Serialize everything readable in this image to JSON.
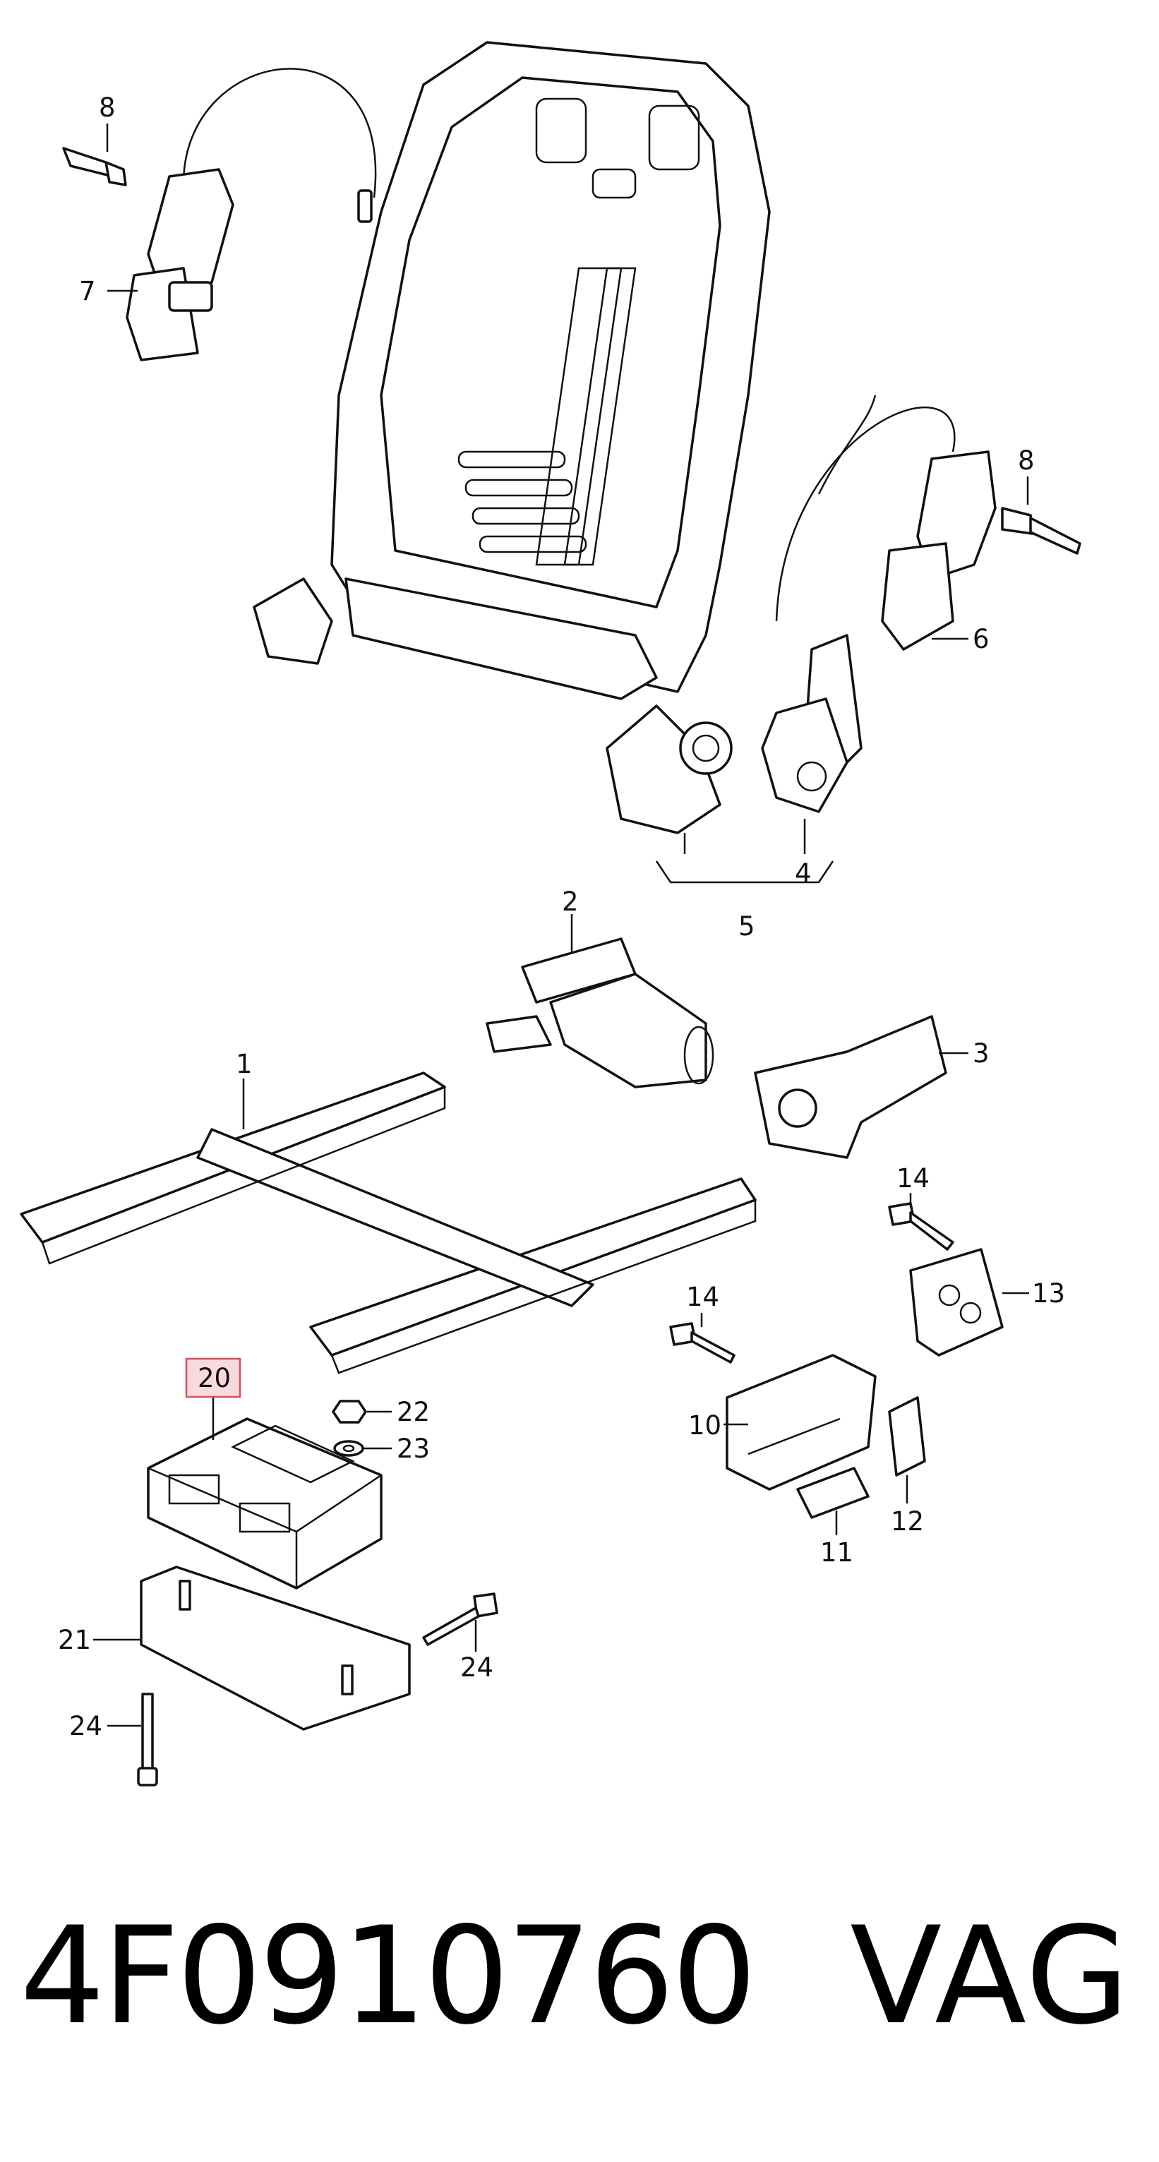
{
  "diagram": {
    "highlight_color": "#d94c5c",
    "highlight_fill": "#f8d9dd",
    "callouts": {
      "c1": "1",
      "c2": "2",
      "c3": "3",
      "c4": "4",
      "c5": "5",
      "c6": "6",
      "c7": "7",
      "c8_left": "8",
      "c8_right": "8",
      "c10": "10",
      "c11": "11",
      "c12": "12",
      "c13": "13",
      "c14_top": "14",
      "c14_mid": "14",
      "c20": "20",
      "c21": "21",
      "c22": "22",
      "c23": "23",
      "c24_right": "24",
      "c24_left": "24"
    }
  },
  "caption": {
    "part_number": "4F0910760",
    "brand": "VAG"
  }
}
